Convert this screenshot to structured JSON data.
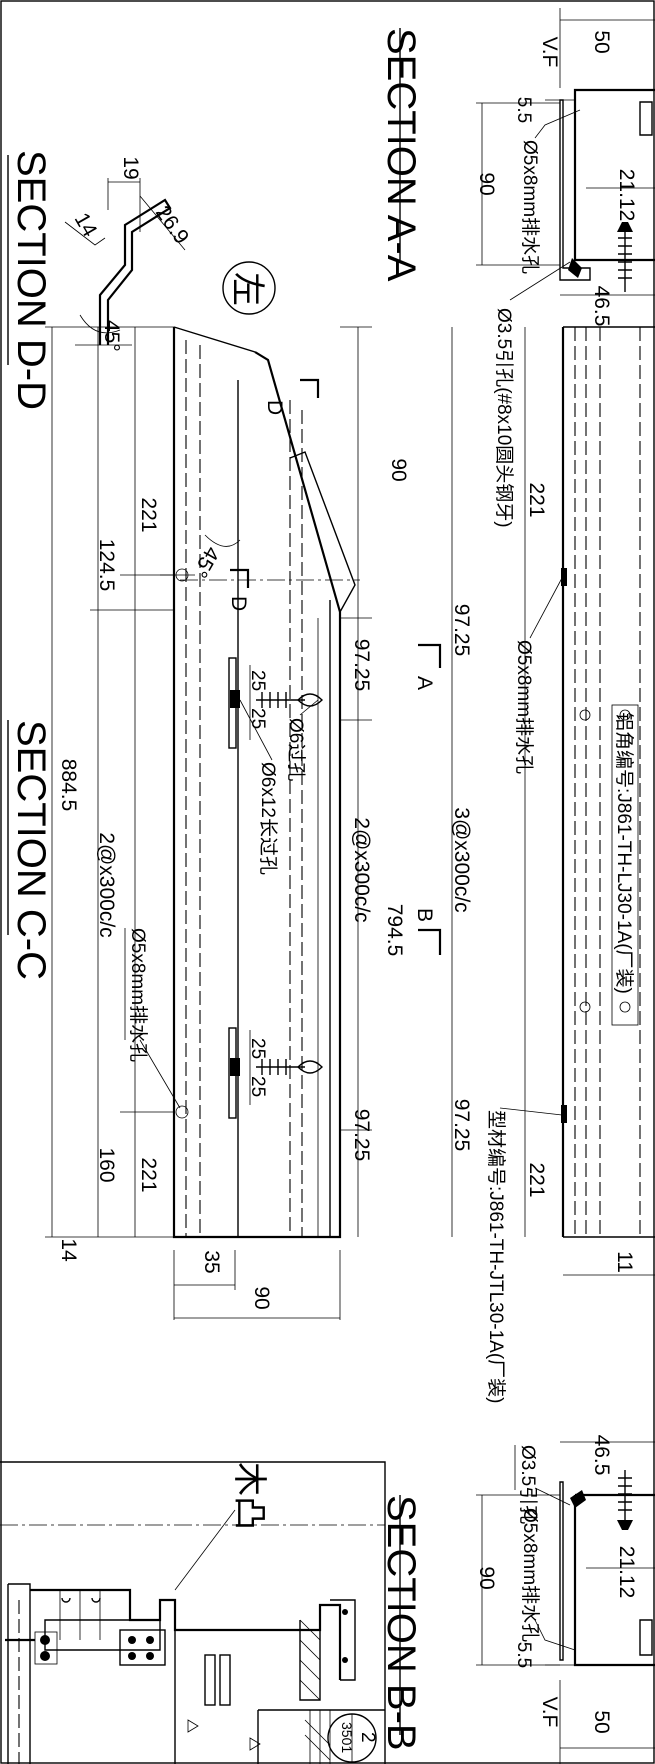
{
  "sections": {
    "a": "SECTION A-A",
    "b": "SECTION B-B",
    "c": "SECTION C-C",
    "d": "SECTION D-D"
  },
  "markers": {
    "a": "A",
    "b": "B",
    "d1": "D",
    "d2": "D",
    "left_circle": "左",
    "detail_ref_top": "2",
    "detail_ref_bottom": "3501",
    "wood_label": "木凸"
  },
  "dims_a": {
    "top": "50",
    "vf": "V.F",
    "vf_gap": "5.5",
    "height": "90",
    "inner": "21.12",
    "bottom": "46.5",
    "lower": "11"
  },
  "dims_b": {
    "top": "46.5",
    "inner": "21.12",
    "height": "90",
    "vf_gap": "5.5",
    "vf": "V.F",
    "bottom": "50"
  },
  "dims_d": {
    "a": "19",
    "b": "14",
    "c": "26.9",
    "angle": "45°"
  },
  "dims_c": {
    "top_end": "90",
    "seg_97a": "97.25",
    "span_794": "794.5",
    "spacing_2x300": "2@x300c/c",
    "seg_97b": "97.25",
    "left_221a": "221",
    "left_124": "124.5",
    "total_884": "884.5",
    "left_2x300": "2@x300c/c",
    "left_221b": "221",
    "left_160": "160",
    "left_14": "14",
    "bottom_35": "35",
    "bottom_90": "90",
    "angle": "45°",
    "pair_25a": "25",
    "pair_25b": "25",
    "pair_25c": "25",
    "pair_25d": "25"
  },
  "dims_elev": {
    "d221a": "221",
    "d97a": "97.25",
    "d3x300": "3@x300c/c",
    "d97b": "97.25",
    "d221b": "221"
  },
  "notes": {
    "drain_a": "Ø5x8mm排水孔",
    "pilot_a": "Ø3.5引孔(#8x10圆头钢牙)",
    "drain_elev": "Ø5x8mm排水孔",
    "bracket": "铝角编号:J861-TH-LJ30-1A(厂装)",
    "profile": "型材编号:J861-TH-JTL30-1A(厂装)",
    "via6": "Ø6过孔",
    "slot": "Ø6x12长过孔",
    "drain_c": "Ø5x8mm排水孔",
    "pilot_b": "Ø3.5引孔",
    "drain_b": "Ø5x8mm排水孔"
  }
}
